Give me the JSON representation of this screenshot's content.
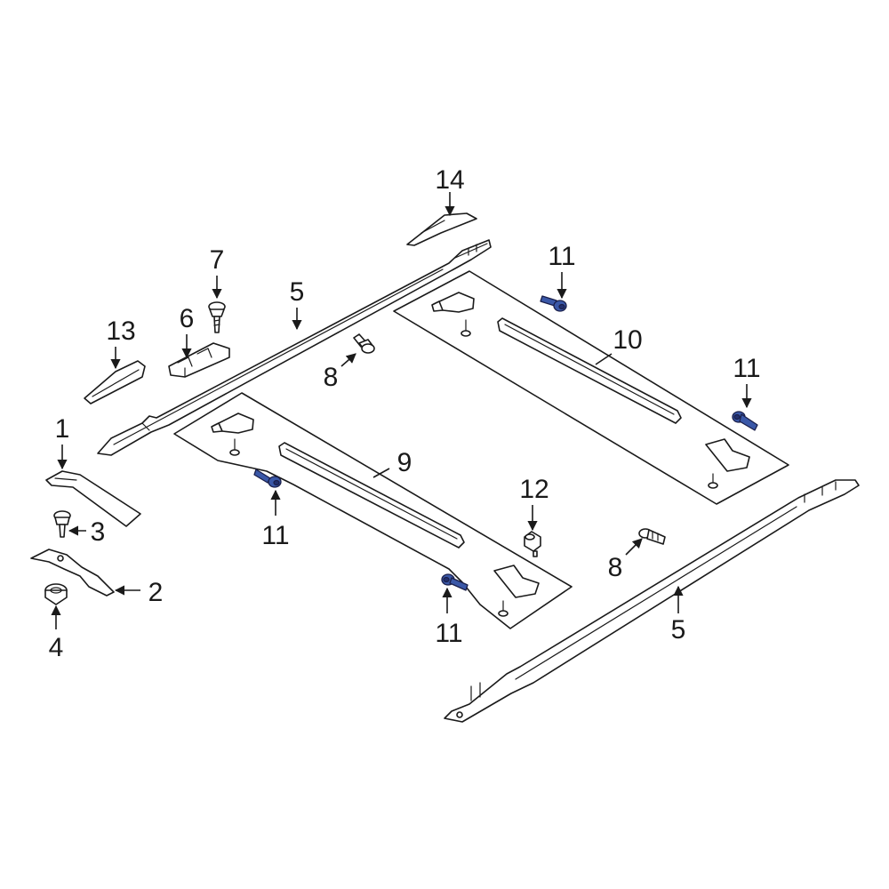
{
  "callouts": {
    "c1": "1",
    "c2": "2",
    "c3": "3",
    "c4": "4",
    "c5a": "5",
    "c5b": "5",
    "c6": "6",
    "c7": "7",
    "c8a": "8",
    "c8b": "8",
    "c9": "9",
    "c10": "10",
    "c11a": "11",
    "c11b": "11",
    "c11c": "11",
    "c11d": "11",
    "c12": "12",
    "c13": "13",
    "c14": "14"
  },
  "colors": {
    "highlight": "#3a58a8",
    "line": "#1a1a1a",
    "background": "#ffffff"
  }
}
